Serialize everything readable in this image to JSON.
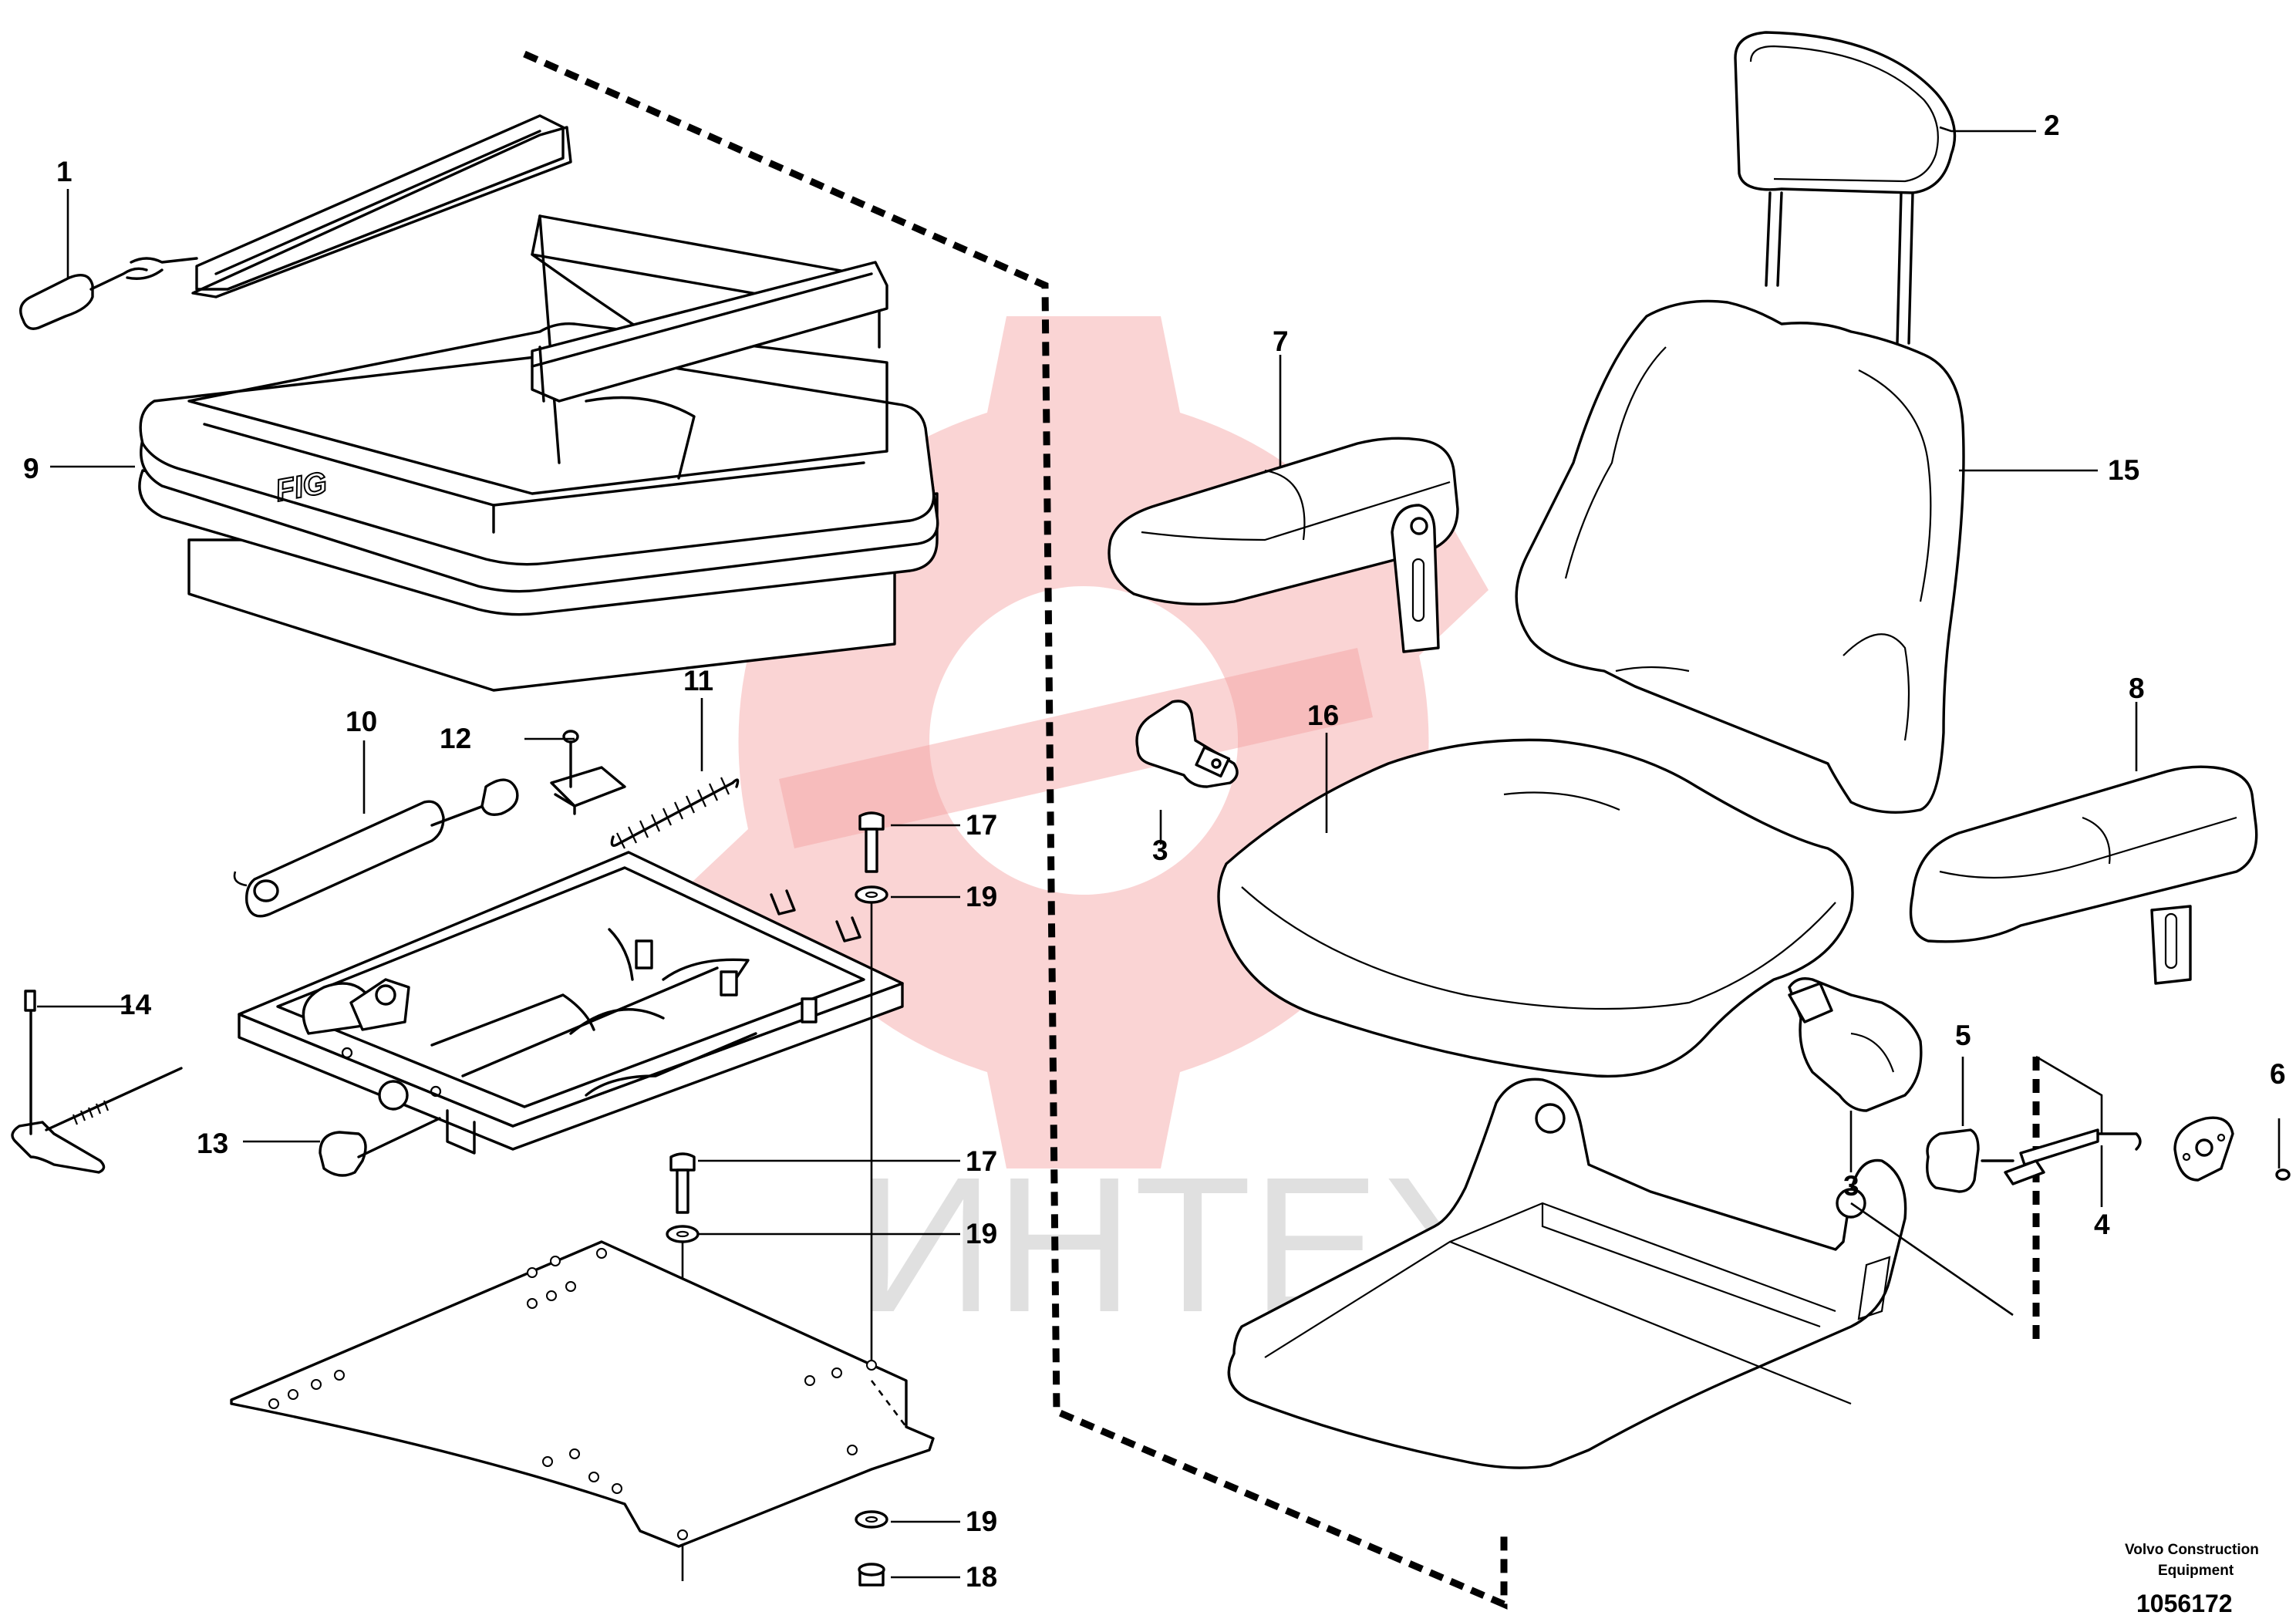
{
  "callouts": [
    "1",
    "2",
    "3",
    "3",
    "4",
    "5",
    "6",
    "7",
    "8",
    "9",
    "10",
    "11",
    "12",
    "13",
    "14",
    "15",
    "16",
    "17",
    "17",
    "18",
    "19",
    "19",
    "19"
  ],
  "watermark": {
    "text": "ИНТЕХ",
    "logo_color": "#f4a0a0"
  },
  "footer": {
    "company_line1": "Volvo Construction",
    "company_line2": "Equipment",
    "drawing_number": "1056172"
  }
}
